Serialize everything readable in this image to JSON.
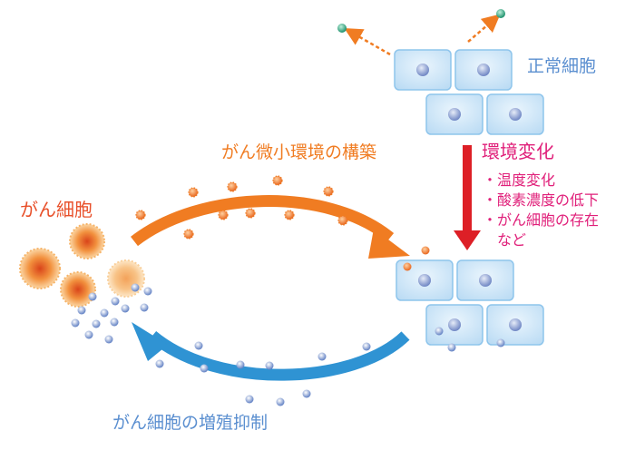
{
  "labels": {
    "normal_cells": "正常細胞",
    "environment_change": "環境変化",
    "conditions": [
      "・温度変化",
      "・酸素濃度の低下",
      "・がん細胞の存在",
      "　など"
    ],
    "cancer_cells": "がん細胞",
    "microenvironment": "がん微小環境の構築",
    "suppression": "がん細胞の増殖抑制"
  },
  "colors": {
    "orange": "#f07c22",
    "blue": "#2f93d3",
    "red": "#dd1f26",
    "pink": "#e0207a",
    "cell_fill": "#cfe6f8",
    "cell_border": "#8ec5ec",
    "nucleus": "#8a9fcf"
  }
}
